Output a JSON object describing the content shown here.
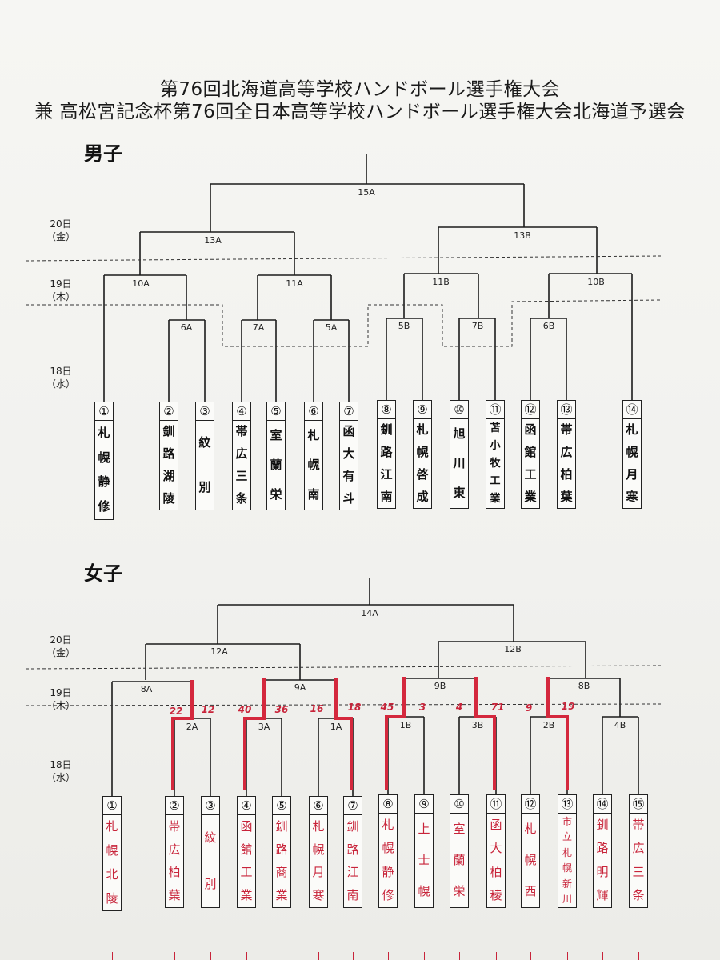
{
  "titles": {
    "line1": "第76回北海道高等学校ハンドボール選手権大会",
    "line2": "兼 高松宮記念杯第76回全日本高等学校ハンドボール選手権大会北海道予選会"
  },
  "boys": {
    "label": "男子",
    "days": [
      {
        "date": "20日",
        "weekday": "（金）"
      },
      {
        "date": "19日",
        "weekday": "（木）"
      },
      {
        "date": "18日",
        "weekday": "（水）"
      }
    ],
    "matches": [
      "15A",
      "13A",
      "13B",
      "10A",
      "11A",
      "11B",
      "10B",
      "6A",
      "7A",
      "5A",
      "5B",
      "7B",
      "6B"
    ],
    "teams": [
      {
        "seed": "①",
        "name": "札幌静修"
      },
      {
        "seed": "②",
        "name": "釧路湖陵"
      },
      {
        "seed": "③",
        "name": "紋別"
      },
      {
        "seed": "④",
        "name": "帯広三条"
      },
      {
        "seed": "⑤",
        "name": "室蘭栄"
      },
      {
        "seed": "⑥",
        "name": "札幌南"
      },
      {
        "seed": "⑦",
        "name": "函大有斗"
      },
      {
        "seed": "⑧",
        "name": "釧路江南"
      },
      {
        "seed": "⑨",
        "name": "札幌啓成"
      },
      {
        "seed": "⑩",
        "name": "旭川東"
      },
      {
        "seed": "⑪",
        "name": "苫小牧工業"
      },
      {
        "seed": "⑫",
        "name": "函館工業"
      },
      {
        "seed": "⑬",
        "name": "帯広柏葉"
      },
      {
        "seed": "⑭",
        "name": "札幌月寒"
      }
    ]
  },
  "girls": {
    "label": "女子",
    "days": [
      {
        "date": "20日",
        "weekday": "（金）"
      },
      {
        "date": "19日",
        "weekday": "（木）"
      },
      {
        "date": "18日",
        "weekday": "（水）"
      }
    ],
    "matches": [
      "14A",
      "12A",
      "12B",
      "8A",
      "9A",
      "9B",
      "8B",
      "2A",
      "3A",
      "1A",
      "1B",
      "3B",
      "2B",
      "4B"
    ],
    "scores": [
      "22",
      "12",
      "40",
      "36",
      "16",
      "18",
      "45",
      "3",
      "4",
      "71",
      "9",
      "19"
    ],
    "teams": [
      {
        "seed": "①",
        "name": "札幌北陵"
      },
      {
        "seed": "②",
        "name": "帯広柏葉"
      },
      {
        "seed": "③",
        "name": "紋別"
      },
      {
        "seed": "④",
        "name": "函館工業"
      },
      {
        "seed": "⑤",
        "name": "釧路商業"
      },
      {
        "seed": "⑥",
        "name": "札幌月寒"
      },
      {
        "seed": "⑦",
        "name": "釧路江南"
      },
      {
        "seed": "⑧",
        "name": "札幌静修"
      },
      {
        "seed": "⑨",
        "name": "上士幌"
      },
      {
        "seed": "⑩",
        "name": "室蘭栄"
      },
      {
        "seed": "⑪",
        "name": "函大柏稜"
      },
      {
        "seed": "⑫",
        "name": "札幌西"
      },
      {
        "seed": "⑬",
        "name": "市立札幌新川"
      },
      {
        "seed": "⑭",
        "name": "釧路明輝"
      },
      {
        "seed": "⑮",
        "name": "帯広三条"
      }
    ]
  },
  "colors": {
    "ink": "#1b1b1b",
    "annotation_red": "#c8243a"
  }
}
